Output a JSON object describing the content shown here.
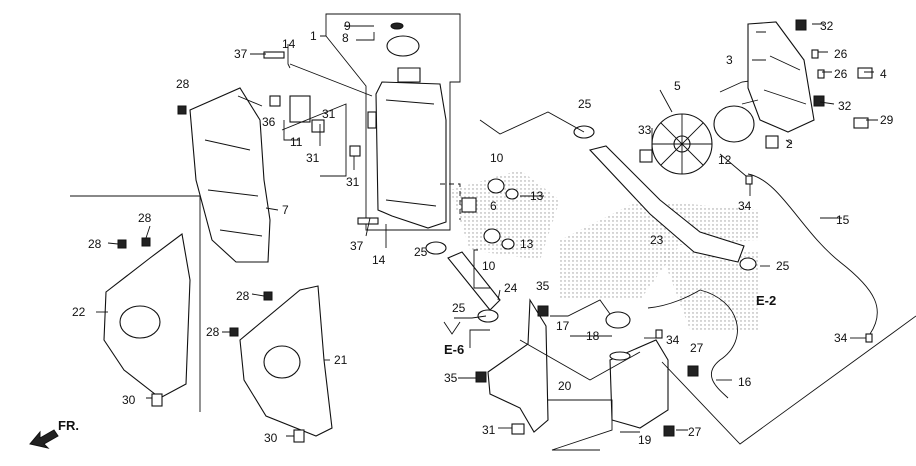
{
  "labels": {
    "n1": "1",
    "n2": "2",
    "n3": "3",
    "n4": "4",
    "n5": "5",
    "n6": "6",
    "n7": "7",
    "n8": "8",
    "n9": "9",
    "n10a": "10",
    "n10b": "10",
    "n11": "11",
    "n12": "12",
    "n13a": "13",
    "n13b": "13",
    "n14a": "14",
    "n14b": "14",
    "n15": "15",
    "n16": "16",
    "n17": "17",
    "n18": "18",
    "n19": "19",
    "n20": "20",
    "n21": "21",
    "n22": "22",
    "n23": "23",
    "n24": "24",
    "n25a": "25",
    "n25b": "25",
    "n25c": "25",
    "n25d": "25",
    "n26a": "26",
    "n26b": "26",
    "n27a": "27",
    "n27b": "27",
    "n28a": "28",
    "n28b": "28",
    "n28c": "28",
    "n28d": "28",
    "n28e": "28",
    "n29": "29",
    "n30a": "30",
    "n30b": "30",
    "n31a": "31",
    "n31b": "31",
    "n31c": "31",
    "n31d": "31",
    "n32a": "32",
    "n32b": "32",
    "n33": "33",
    "n34a": "34",
    "n34b": "34",
    "n34c": "34",
    "n35a": "35",
    "n35b": "35",
    "n36": "36",
    "n37a": "37",
    "n37b": "37"
  },
  "references": {
    "e2": "E-2",
    "e6": "E-6"
  },
  "direction": {
    "front": "FR."
  },
  "colors": {
    "line": "#111111",
    "background": "#ffffff",
    "dot_pattern": "#9a9a9a"
  }
}
